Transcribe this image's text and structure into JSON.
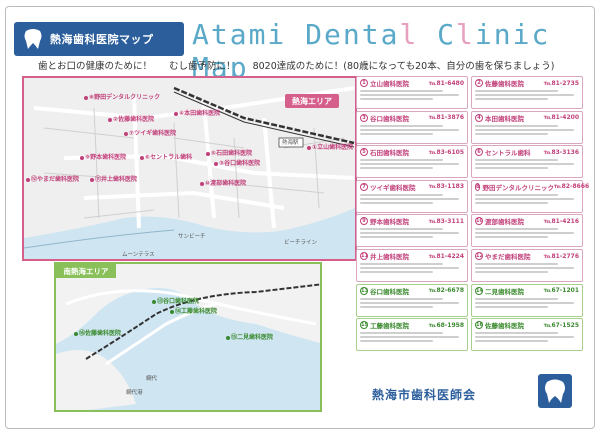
{
  "header": {
    "badge_title": "熱海歯科医院マップ",
    "main_title_a": "Atami Denta",
    "main_title_b": "l",
    "main_title_c": " C",
    "main_title_d": "l",
    "main_title_e": "inic Map",
    "slogan_1": "歯とお口の健康のために！",
    "slogan_2": "むし歯予防に！",
    "slogan_3": "8020達成のために！(80歳になっても20本、自分の歯を保ちましょう)"
  },
  "areas": {
    "north": "熱海エリア",
    "south": "南熱海エリア"
  },
  "colors": {
    "brand": "#2c5e9c",
    "north": "#d55e8b",
    "south": "#8ac05a",
    "sea": "#cfe6f2"
  },
  "map_labels": {
    "station": "熱海駅",
    "sunbeach": "サンビーチ",
    "moonterrace": "ムーンテラス",
    "beach_line": "ビーチライン",
    "atagawa": "網代",
    "port": "網代港"
  },
  "pins_north": [
    {
      "label": "①立山歯科医院"
    },
    {
      "label": "②佐藤歯科医院"
    },
    {
      "label": "③谷口歯科医院"
    },
    {
      "label": "④本田歯科医院"
    },
    {
      "label": "⑤石田歯科医院"
    },
    {
      "label": "⑥セントラル歯科"
    },
    {
      "label": "⑦ツイギ歯科医院"
    },
    {
      "label": "⑧野田デンタルクリニック"
    },
    {
      "label": "⑨野本歯科医院"
    },
    {
      "label": "⑩渡部歯科医院"
    },
    {
      "label": "⑪井上歯科医院"
    },
    {
      "label": "⑫やまだ歯科医院"
    }
  ],
  "pins_south": [
    {
      "label": "⑬谷口歯科医院"
    },
    {
      "label": "⑭工藤歯科医院"
    },
    {
      "label": "⑮二見歯科医院"
    },
    {
      "label": "⑯佐藤歯科医院"
    }
  ],
  "clinics": [
    {
      "num": "1",
      "name": "立山歯科医院",
      "tel": "℡81-6480"
    },
    {
      "num": "2",
      "name": "佐藤歯科医院",
      "tel": "℡81-2735"
    },
    {
      "num": "3",
      "name": "谷口歯科医院",
      "tel": "℡81-3876"
    },
    {
      "num": "4",
      "name": "本田歯科医院",
      "tel": "℡81-4200"
    },
    {
      "num": "5",
      "name": "石田歯科医院",
      "tel": "℡83-6105"
    },
    {
      "num": "6",
      "name": "セントラル歯科",
      "tel": "℡83-3136"
    },
    {
      "num": "7",
      "name": "ツイギ歯科医院",
      "tel": "℡83-1183"
    },
    {
      "num": "8",
      "name": "野田デンタルクリニック",
      "tel": "℡82-8666"
    },
    {
      "num": "9",
      "name": "野本歯科医院",
      "tel": "℡83-3111"
    },
    {
      "num": "10",
      "name": "渡部歯科医院",
      "tel": "℡81-4216"
    },
    {
      "num": "11",
      "name": "井上歯科医院",
      "tel": "℡81-4224"
    },
    {
      "num": "12",
      "name": "やまだ歯科医院",
      "tel": "℡81-2776"
    },
    {
      "num": "13",
      "name": "谷口歯科医院",
      "tel": "℡82-6678"
    },
    {
      "num": "14",
      "name": "二見歯科医院",
      "tel": "℡67-1201"
    },
    {
      "num": "15",
      "name": "工藤歯科医院",
      "tel": "℡68-1958"
    },
    {
      "num": "16",
      "name": "佐藤歯科医院",
      "tel": "℡67-1525"
    }
  ],
  "footer": "熱海市歯科医師会"
}
